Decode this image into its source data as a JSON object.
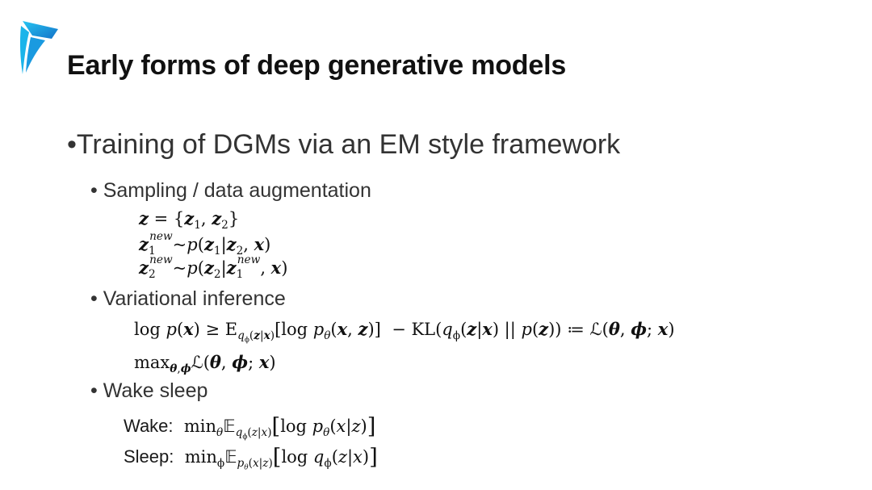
{
  "slide": {
    "title": "Early forms of deep generative models",
    "bullet_main": "•Training of DGMs via an EM style framework",
    "sub_bullets": {
      "sampling": "• Sampling / data augmentation",
      "variational": "• Variational inference",
      "wake_sleep": "• Wake sleep"
    },
    "wake_label": "Wake:",
    "sleep_label": "Sleep:"
  },
  "colors": {
    "logo_primary": "#1ab4ea",
    "logo_dark": "#1372c8"
  },
  "icons": {
    "logo": "logo-icon"
  }
}
